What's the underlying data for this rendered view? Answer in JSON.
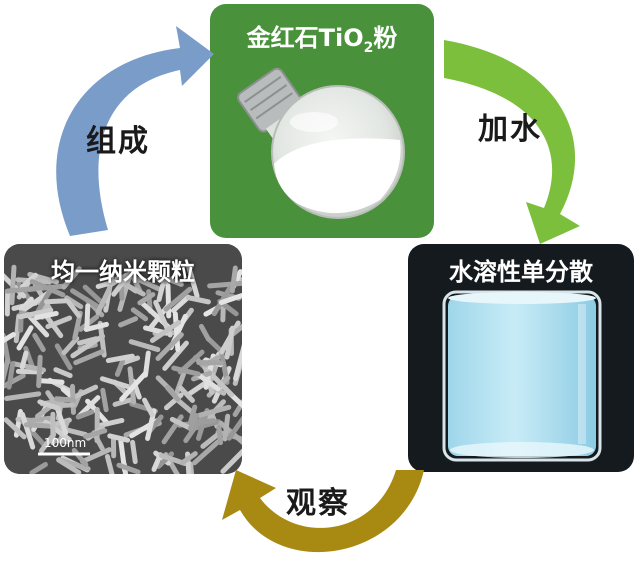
{
  "panels": {
    "tio2": {
      "title_pre": "金红石TiO",
      "title_sub": "2",
      "title_post": "粉"
    },
    "water": {
      "title": "水溶性单分散"
    },
    "sem": {
      "title": "均一纳米颗粒",
      "scale_label": "100nm"
    }
  },
  "arrows": {
    "add_water": {
      "label": "加水",
      "color": "#7cbf3c"
    },
    "observe": {
      "label": "观察",
      "color": "#a88a12"
    },
    "assemble": {
      "label": "组成",
      "color": "#7a9cc9"
    }
  },
  "colors": {
    "green_panel": "#49913b",
    "dark_panel": "#141a1e",
    "liquid": "#b9e4f2"
  }
}
